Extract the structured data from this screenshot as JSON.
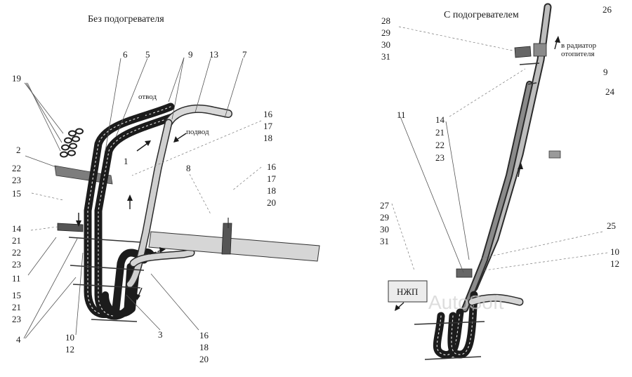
{
  "left_panel": {
    "title": "Без подогревателя",
    "label_otvod": "отвод",
    "label_podvod": "подвод",
    "callouts": {
      "c19": "19",
      "c2": "2",
      "c22a": "22",
      "c23a": "23",
      "c15a": "15",
      "c14": "14",
      "c21a": "21",
      "c22b": "22",
      "c23b": "23",
      "c11": "11",
      "c15b": "15",
      "c21b": "21",
      "c23c": "23",
      "c4": "4",
      "c10": "10",
      "c12": "12",
      "c6": "6",
      "c5": "5",
      "c9": "9",
      "c13": "13",
      "c7": "7",
      "c1": "1",
      "c8": "8",
      "c16a": "16",
      "c17a": "17",
      "c18a": "18",
      "c16b": "16",
      "c17b": "17",
      "c18b": "18",
      "c20a": "20",
      "c3": "3",
      "c16c": "16",
      "c18c": "18",
      "c20b": "20"
    }
  },
  "right_panel": {
    "title": "С подогревателем",
    "label_radiator_1": "в радиатор",
    "label_radiator_2": "отопителя",
    "label_box": "НЖП",
    "watermark": "AutoSoft",
    "callouts": {
      "c28": "28",
      "c29a": "29",
      "c30a": "30",
      "c31a": "31",
      "c26": "26",
      "c9": "9",
      "c24": "24",
      "c11": "11",
      "c14": "14",
      "c21": "21",
      "c22": "22",
      "c23": "23",
      "c27": "27",
      "c29b": "29",
      "c30b": "30",
      "c31b": "31",
      "c25": "25",
      "c10": "10",
      "c12": "12"
    }
  }
}
